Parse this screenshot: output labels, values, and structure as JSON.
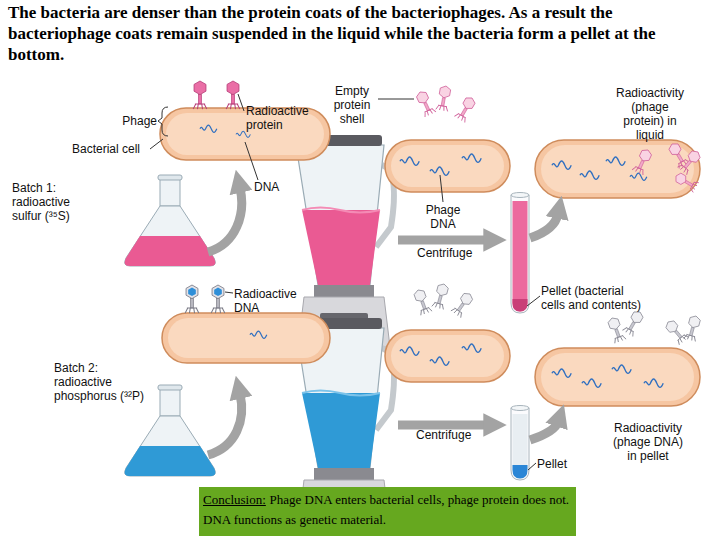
{
  "diagram": {
    "title": "The bacteria are denser than the protein coats of the bacteriophages. As a result the bacteriophage coats remain suspended in the liquid while the bacteria form a pellet at the bottom.",
    "nodes": [
      {
        "text": [
          "Conclusion:",
          "Phage DNA enters bacterial cells, phage protein does not. DNA functions as genetic material."
        ]
      }
    ],
    "labels": [
      "Phage",
      "Bacterial cell",
      "Radioactive protein",
      "Empty protein shell",
      "Radioactivity (phage protein) in liquid",
      "Batch 1: radioactive sulfur (³⁵S)",
      "DNA",
      "Phage DNA",
      "Centrifuge",
      "Radioactive DNA",
      "Pellet (bacterial cells and contents)",
      "Batch 2: radioactive phosphorus (³²P)",
      "Centrifuge",
      "Pellet",
      "Radioactivity (phage DNA) in pellet"
    ]
  }
}
